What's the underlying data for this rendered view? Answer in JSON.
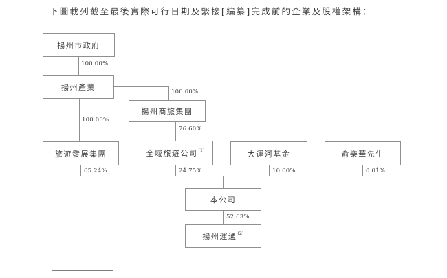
{
  "page": {
    "title": "下圖載列截至最後實際可行日期及緊接[編纂]完成前的企業及股權架構："
  },
  "colors": {
    "line": "#8f8f8f",
    "text": "#3d3d3d"
  },
  "chart": {
    "type": "org-structure-diagram",
    "nodes": [
      {
        "id": "gov",
        "label": "揚州市政府"
      },
      {
        "id": "industry",
        "label": "揚州產業"
      },
      {
        "id": "shanglv",
        "label": "揚州商旅集團"
      },
      {
        "id": "lvyou",
        "label": "旅遊發展集團"
      },
      {
        "id": "quanyu",
        "label": "全域旅遊公司",
        "sup": "(1)"
      },
      {
        "id": "dayunhe",
        "label": "大運河基金"
      },
      {
        "id": "yu",
        "label": "俞樂華先生"
      },
      {
        "id": "company",
        "label": "本公司"
      },
      {
        "id": "yuntong",
        "label": "揚州運通",
        "sup": "(2)"
      }
    ],
    "edges": [
      {
        "from": "gov",
        "to": "industry",
        "pct": "100.00%"
      },
      {
        "from": "industry",
        "to": "shanglv",
        "pct": "100.00%"
      },
      {
        "from": "industry",
        "to": "lvyou",
        "pct": "100.00%"
      },
      {
        "from": "shanglv",
        "to": "quanyu",
        "pct": "76.60%"
      },
      {
        "from": "lvyou",
        "to": "company",
        "pct": "65.24%"
      },
      {
        "from": "quanyu",
        "to": "company",
        "pct": "24.75%"
      },
      {
        "from": "dayunhe",
        "to": "company",
        "pct": "10.00%"
      },
      {
        "from": "yu",
        "to": "company",
        "pct": "0.01%"
      },
      {
        "from": "company",
        "to": "yuntong",
        "pct": "52.63%"
      }
    ]
  }
}
